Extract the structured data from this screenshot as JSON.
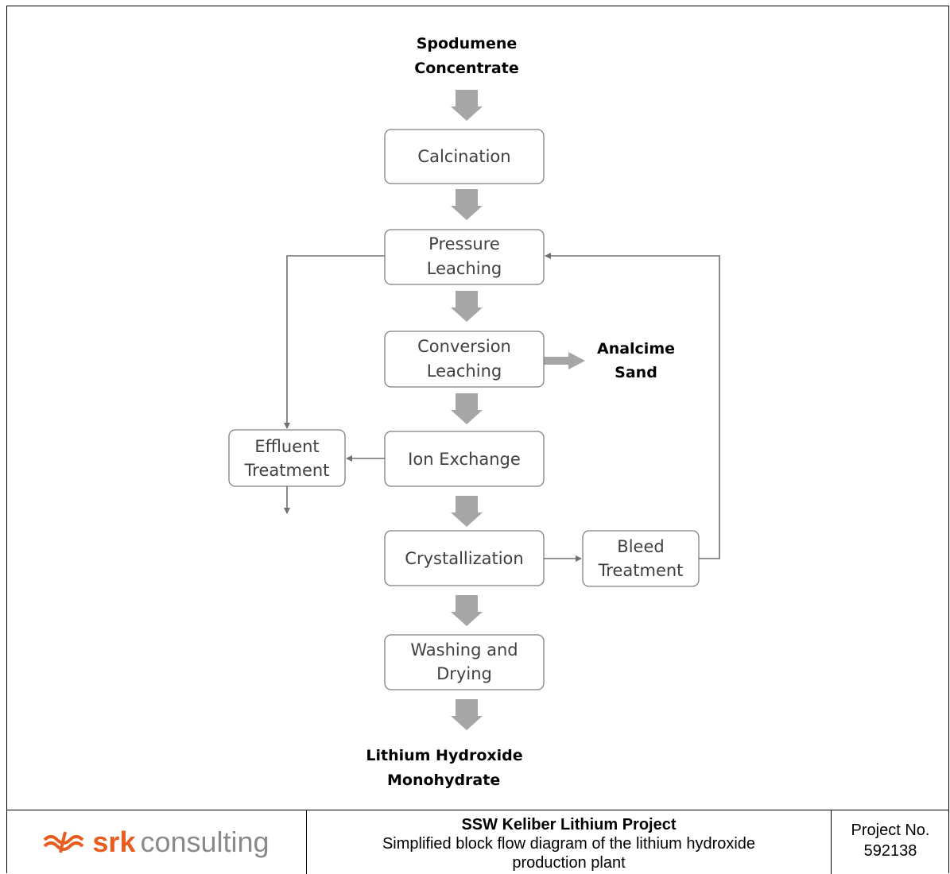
{
  "diagram": {
    "input": [
      "Spodumene",
      "Concentrate"
    ],
    "output": [
      "Lithium Hydroxide",
      "Monohydrate"
    ],
    "side_output": [
      "Analcime",
      "Sand"
    ],
    "steps": {
      "calcination": [
        "Calcination"
      ],
      "pressure_leaching": [
        "Pressure",
        "Leaching"
      ],
      "conversion_leaching": [
        "Conversion",
        "Leaching"
      ],
      "ion_exchange": [
        "Ion Exchange"
      ],
      "crystallization": [
        "Crystallization"
      ],
      "washing_drying": [
        "Washing and",
        "Drying"
      ],
      "effluent_treatment": [
        "Effluent",
        "Treatment"
      ],
      "bleed_treatment": [
        "Bleed",
        "Treatment"
      ]
    }
  },
  "footer": {
    "logo_srk": "srk",
    "logo_consulting": "consulting",
    "project_title": "SSW Keliber Lithium Project",
    "subtitle_line1": "Simplified block flow diagram of the lithium hydroxide",
    "subtitle_line2": "production plant",
    "project_label": "Project No.",
    "project_number": "592138"
  },
  "colors": {
    "thick_arrow": "#a6a6a6",
    "thin_line": "#707070",
    "box_border": "#7f7f7f",
    "box_text": "#404040",
    "logo_orange": "#e85d1f",
    "logo_grey": "#8a8a8a"
  }
}
